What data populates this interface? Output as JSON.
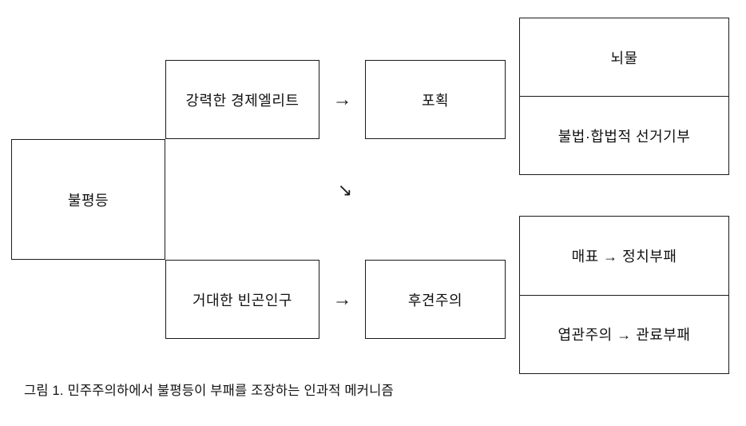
{
  "diagram": {
    "boxes": {
      "inequality": "불평등",
      "economic_elite": "강력한 경제엘리트",
      "capture": "포획",
      "bribery": "뇌물",
      "election_donation": "불법·합법적 선거기부",
      "poor_population": "거대한 빈곤인구",
      "clientelism": "후견주의",
      "vote_buying": "매표 → 정치부패",
      "patronage": "엽관주의 → 관료부패"
    },
    "arrows": {
      "elite_to_capture": "→",
      "inequality_to_lower": "↘",
      "poor_to_clientelism": "→"
    },
    "caption": "그림 1. 민주주의하에서 불평등이 부패를 조장하는 인과적 메커니즘"
  }
}
